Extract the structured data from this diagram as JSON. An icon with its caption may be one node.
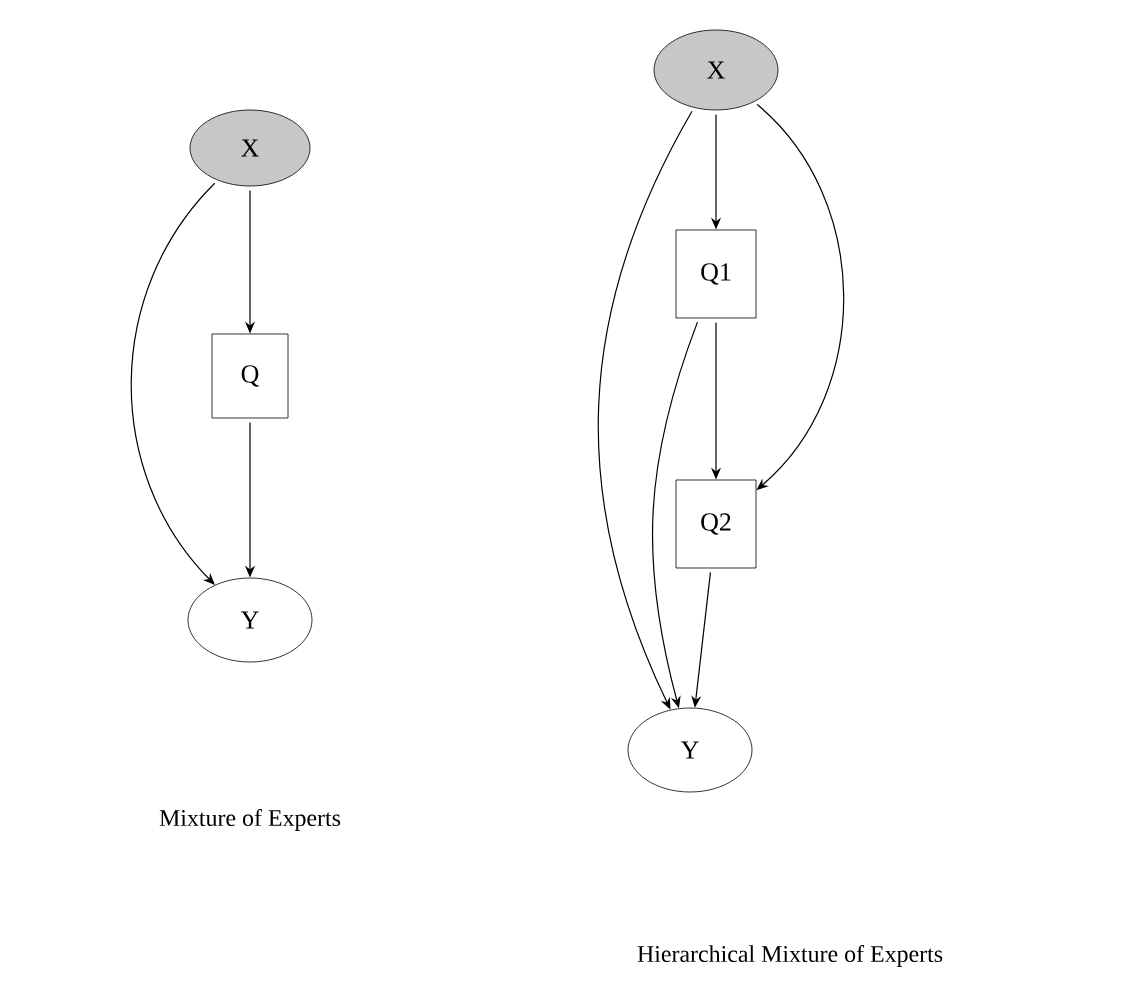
{
  "diagram": {
    "nodes": [
      {
        "text": [
          "X"
        ]
      },
      {
        "text": [
          "Q"
        ]
      },
      {
        "text": [
          "Y"
        ]
      },
      {
        "text": [
          "X"
        ]
      },
      {
        "text": [
          "Q1"
        ]
      },
      {
        "text": [
          "Q2"
        ]
      },
      {
        "text": [
          "Y"
        ]
      }
    ],
    "edges": [
      {
        "from": 0,
        "to": 1,
        "arrow": "to"
      },
      {
        "from": 1,
        "to": 2,
        "arrow": "to"
      },
      {
        "from": 0,
        "to": 2,
        "arrow": "to"
      },
      {
        "from": 3,
        "to": 4,
        "arrow": "to"
      },
      {
        "from": 4,
        "to": 5,
        "arrow": "to"
      },
      {
        "from": 5,
        "to": 6,
        "arrow": "to"
      },
      {
        "from": 3,
        "to": 6,
        "arrow": "to"
      },
      {
        "from": 4,
        "to": 6,
        "arrow": "to"
      },
      {
        "from": 3,
        "to": 5,
        "arrow": "to"
      }
    ],
    "labels": [
      "Mixture of Experts",
      "Hierarchical Mixture of Experts"
    ]
  }
}
